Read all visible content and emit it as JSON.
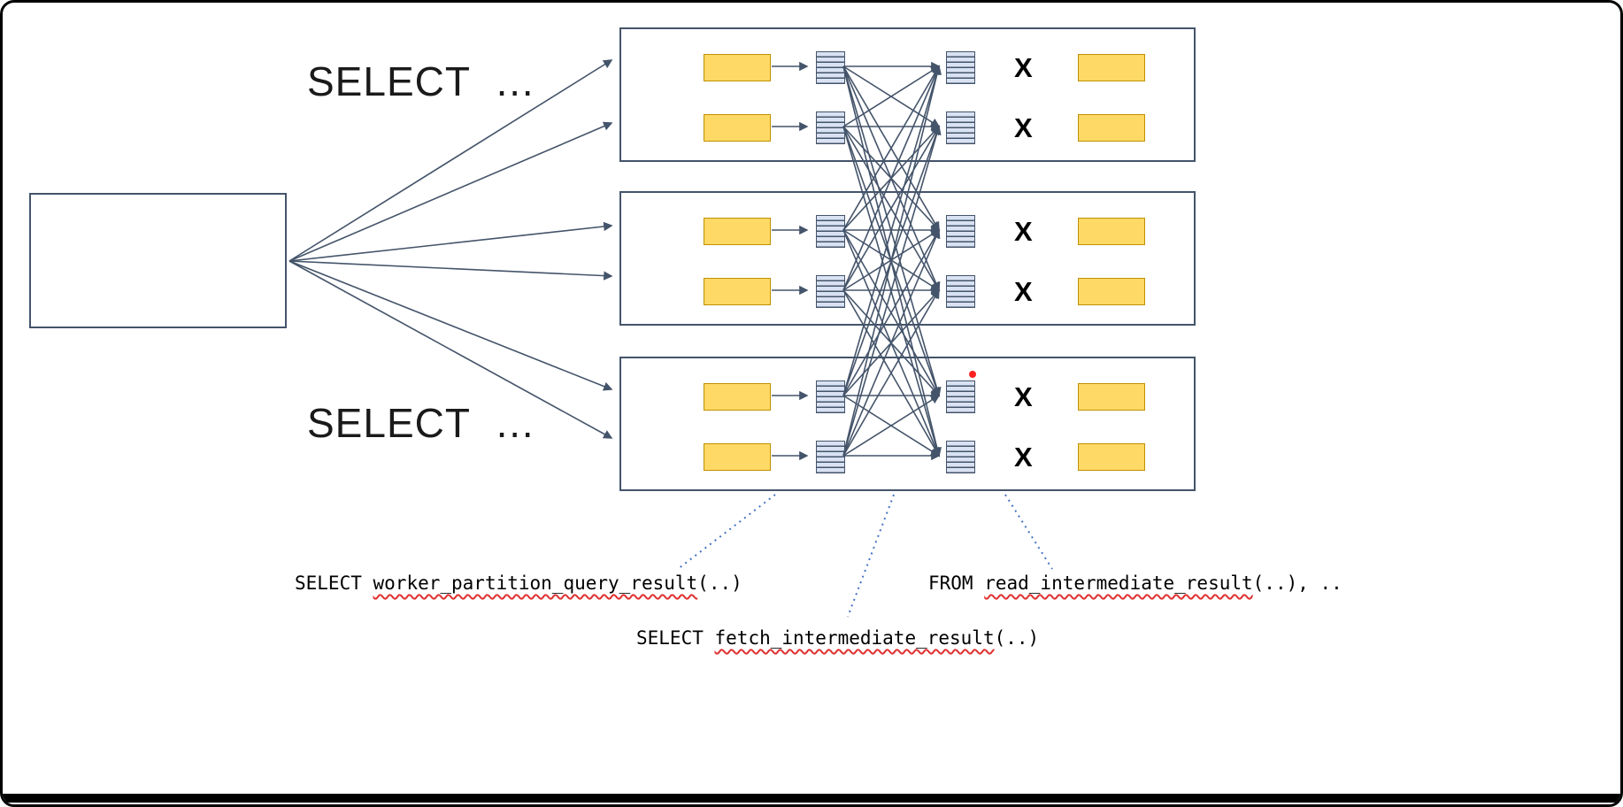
{
  "labels": {
    "select_top": "SELECT  …",
    "select_bottom": "SELECT  …",
    "x_mark": "X"
  },
  "annotations": {
    "partition": {
      "prefix": "SELECT ",
      "identifier": "worker_partition_query_result",
      "suffix": "(..)"
    },
    "fetch": {
      "prefix": "SELECT ",
      "identifier": "fetch_intermediate_result",
      "suffix": "(..)"
    },
    "read": {
      "prefix": "FROM ",
      "identifier": "read_intermediate_result",
      "suffix": "(..), .."
    }
  },
  "colors": {
    "stroke": "#44546A",
    "yellow_fill": "#FFD966",
    "yellow_border": "#BF9000",
    "fragment_fill": "#D9E2F3",
    "dotted_line": "#4472C4",
    "error_red": "#E03131",
    "dot_red": "#FF2020"
  }
}
